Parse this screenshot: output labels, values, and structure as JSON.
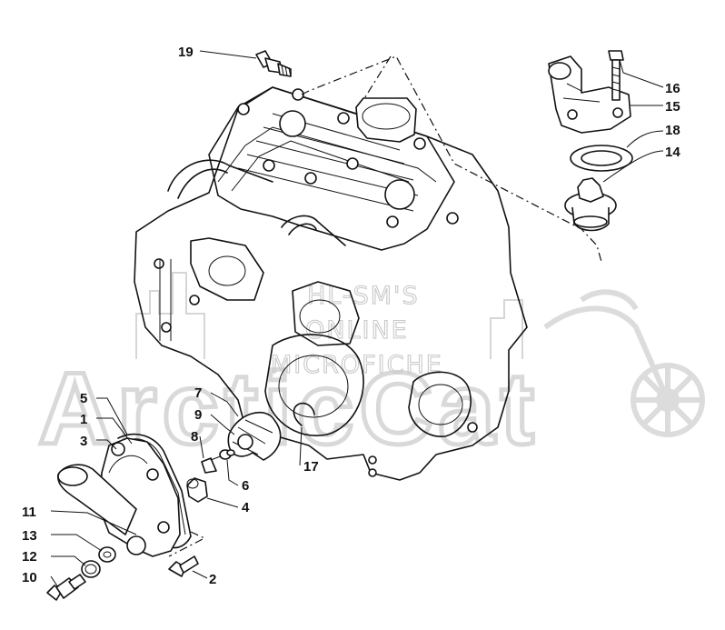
{
  "watermark": {
    "brand": "ArcticCat",
    "line1": "HL-SM'S",
    "line2": "ONLINE",
    "line3": "MICROFICHE"
  },
  "callouts": [
    "1",
    "2",
    "3",
    "4",
    "5",
    "6",
    "7",
    "8",
    "9",
    "10",
    "11",
    "12",
    "13",
    "14",
    "15",
    "16",
    "17",
    "18",
    "19"
  ]
}
